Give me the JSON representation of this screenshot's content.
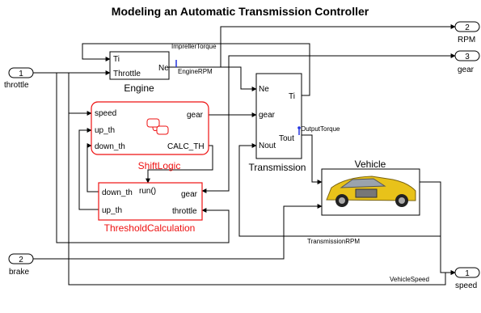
{
  "title": "Modeling an Automatic Transmission Controller",
  "inports": [
    {
      "number": "1",
      "label": "throttle"
    },
    {
      "number": "2",
      "label": "brake"
    }
  ],
  "outports": [
    {
      "number": "2",
      "label": "RPM"
    },
    {
      "number": "3",
      "label": "gear"
    },
    {
      "number": "1",
      "label": "speed"
    }
  ],
  "blocks": {
    "engine": {
      "name": "Engine",
      "ports": {
        "ti": "Ti",
        "throttle": "Throttle",
        "ne": "Ne"
      }
    },
    "transmission": {
      "name": "Transmission",
      "ports": {
        "ne": "Ne",
        "gear": "gear",
        "nout": "Nout",
        "ti": "Ti",
        "tout": "Tout"
      }
    },
    "shift_logic": {
      "name": "ShiftLogic",
      "ports": {
        "speed": "speed",
        "up_th": "up_th",
        "down_th": "down_th",
        "gear": "gear",
        "calc_th": "CALC_TH"
      }
    },
    "threshold_calculation": {
      "name": "ThresholdCalculation",
      "ports": {
        "down_th": "down_th",
        "up_th": "up_th",
        "run": "run()",
        "gear": "gear",
        "throttle": "throttle"
      }
    },
    "vehicle": {
      "name": "Vehicle"
    }
  },
  "signals": {
    "impeller_torque": "ImprellerTorque",
    "engine_rpm": "EngineRPM",
    "output_torque": "OutputTorque",
    "transmission_rpm": "TransmissionRPM",
    "vehicle_speed": "VehicleSpeed"
  },
  "colors": {
    "wire": "#000000",
    "stateflow_block": "#ee1111",
    "signal_marker": "#2233dd",
    "vehicle_body": "#e8c21a"
  }
}
